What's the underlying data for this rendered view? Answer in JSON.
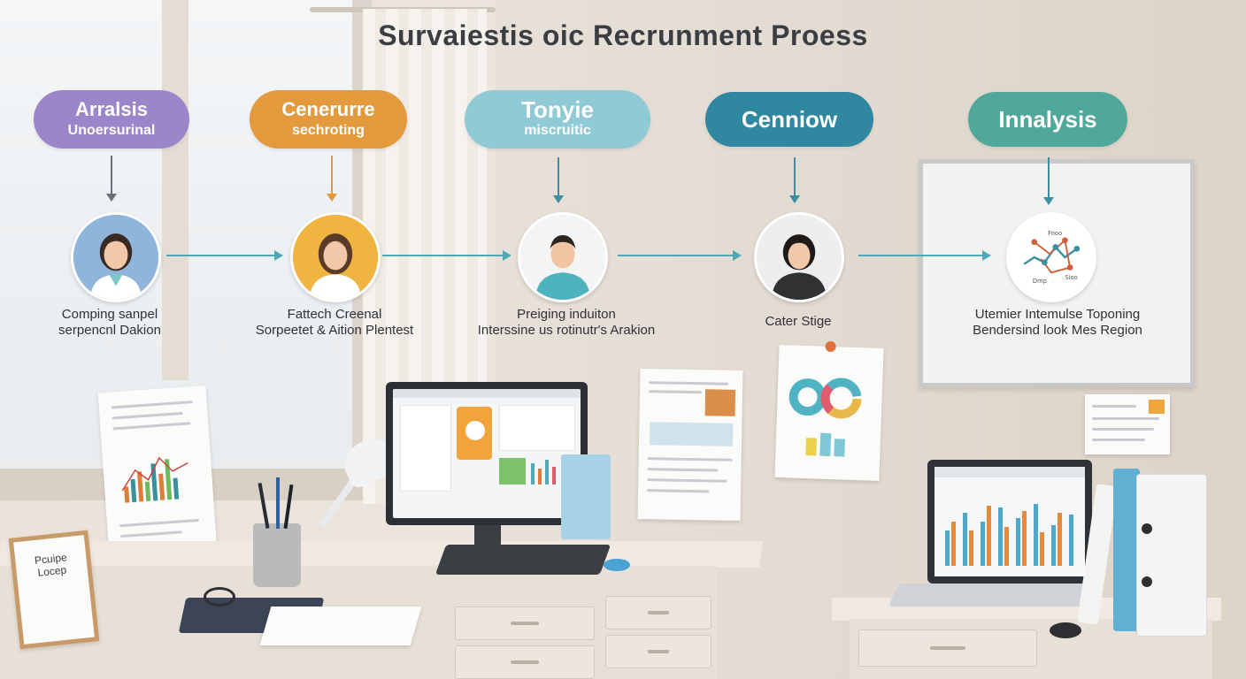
{
  "title": "Survaiestis oic Recrunment Proess",
  "stages": [
    {
      "line1": "Arralsis",
      "line2": "Unoersurinal",
      "color": "#9b86c9",
      "caption1": "Comping sanpel",
      "caption2": "serpencnl Dakion"
    },
    {
      "line1": "Cenerurre",
      "line2": "sechroting",
      "color": "#e39a3d",
      "caption1": "Fattech Creenal",
      "caption2": "Sorpeetet & Aition Plentest"
    },
    {
      "line1": "Tonyie",
      "line2": "miscruitic",
      "color": "#8fcad6",
      "caption1": "Preiging induiton",
      "caption2": "Interssine us rotinutr's Arakion"
    },
    {
      "line1": "Cenniow",
      "line2": "",
      "color": "#2f87a0",
      "caption1": "Cater Stige",
      "caption2": ""
    },
    {
      "line1": "Innalysis",
      "line2": "",
      "color": "#4fa89a",
      "caption1": "Utemier Intemulse Toponing",
      "caption2": "Bendersind look Mes Region"
    }
  ],
  "colors": {
    "arrow": "#4fa8b8",
    "title": "#3a3d42"
  },
  "easel_sign": {
    "line1": "Pcuipe",
    "line2": "Locep"
  },
  "network_labels": {
    "a": "Fooo",
    "b": "Dmp",
    "c": "Sioo"
  }
}
